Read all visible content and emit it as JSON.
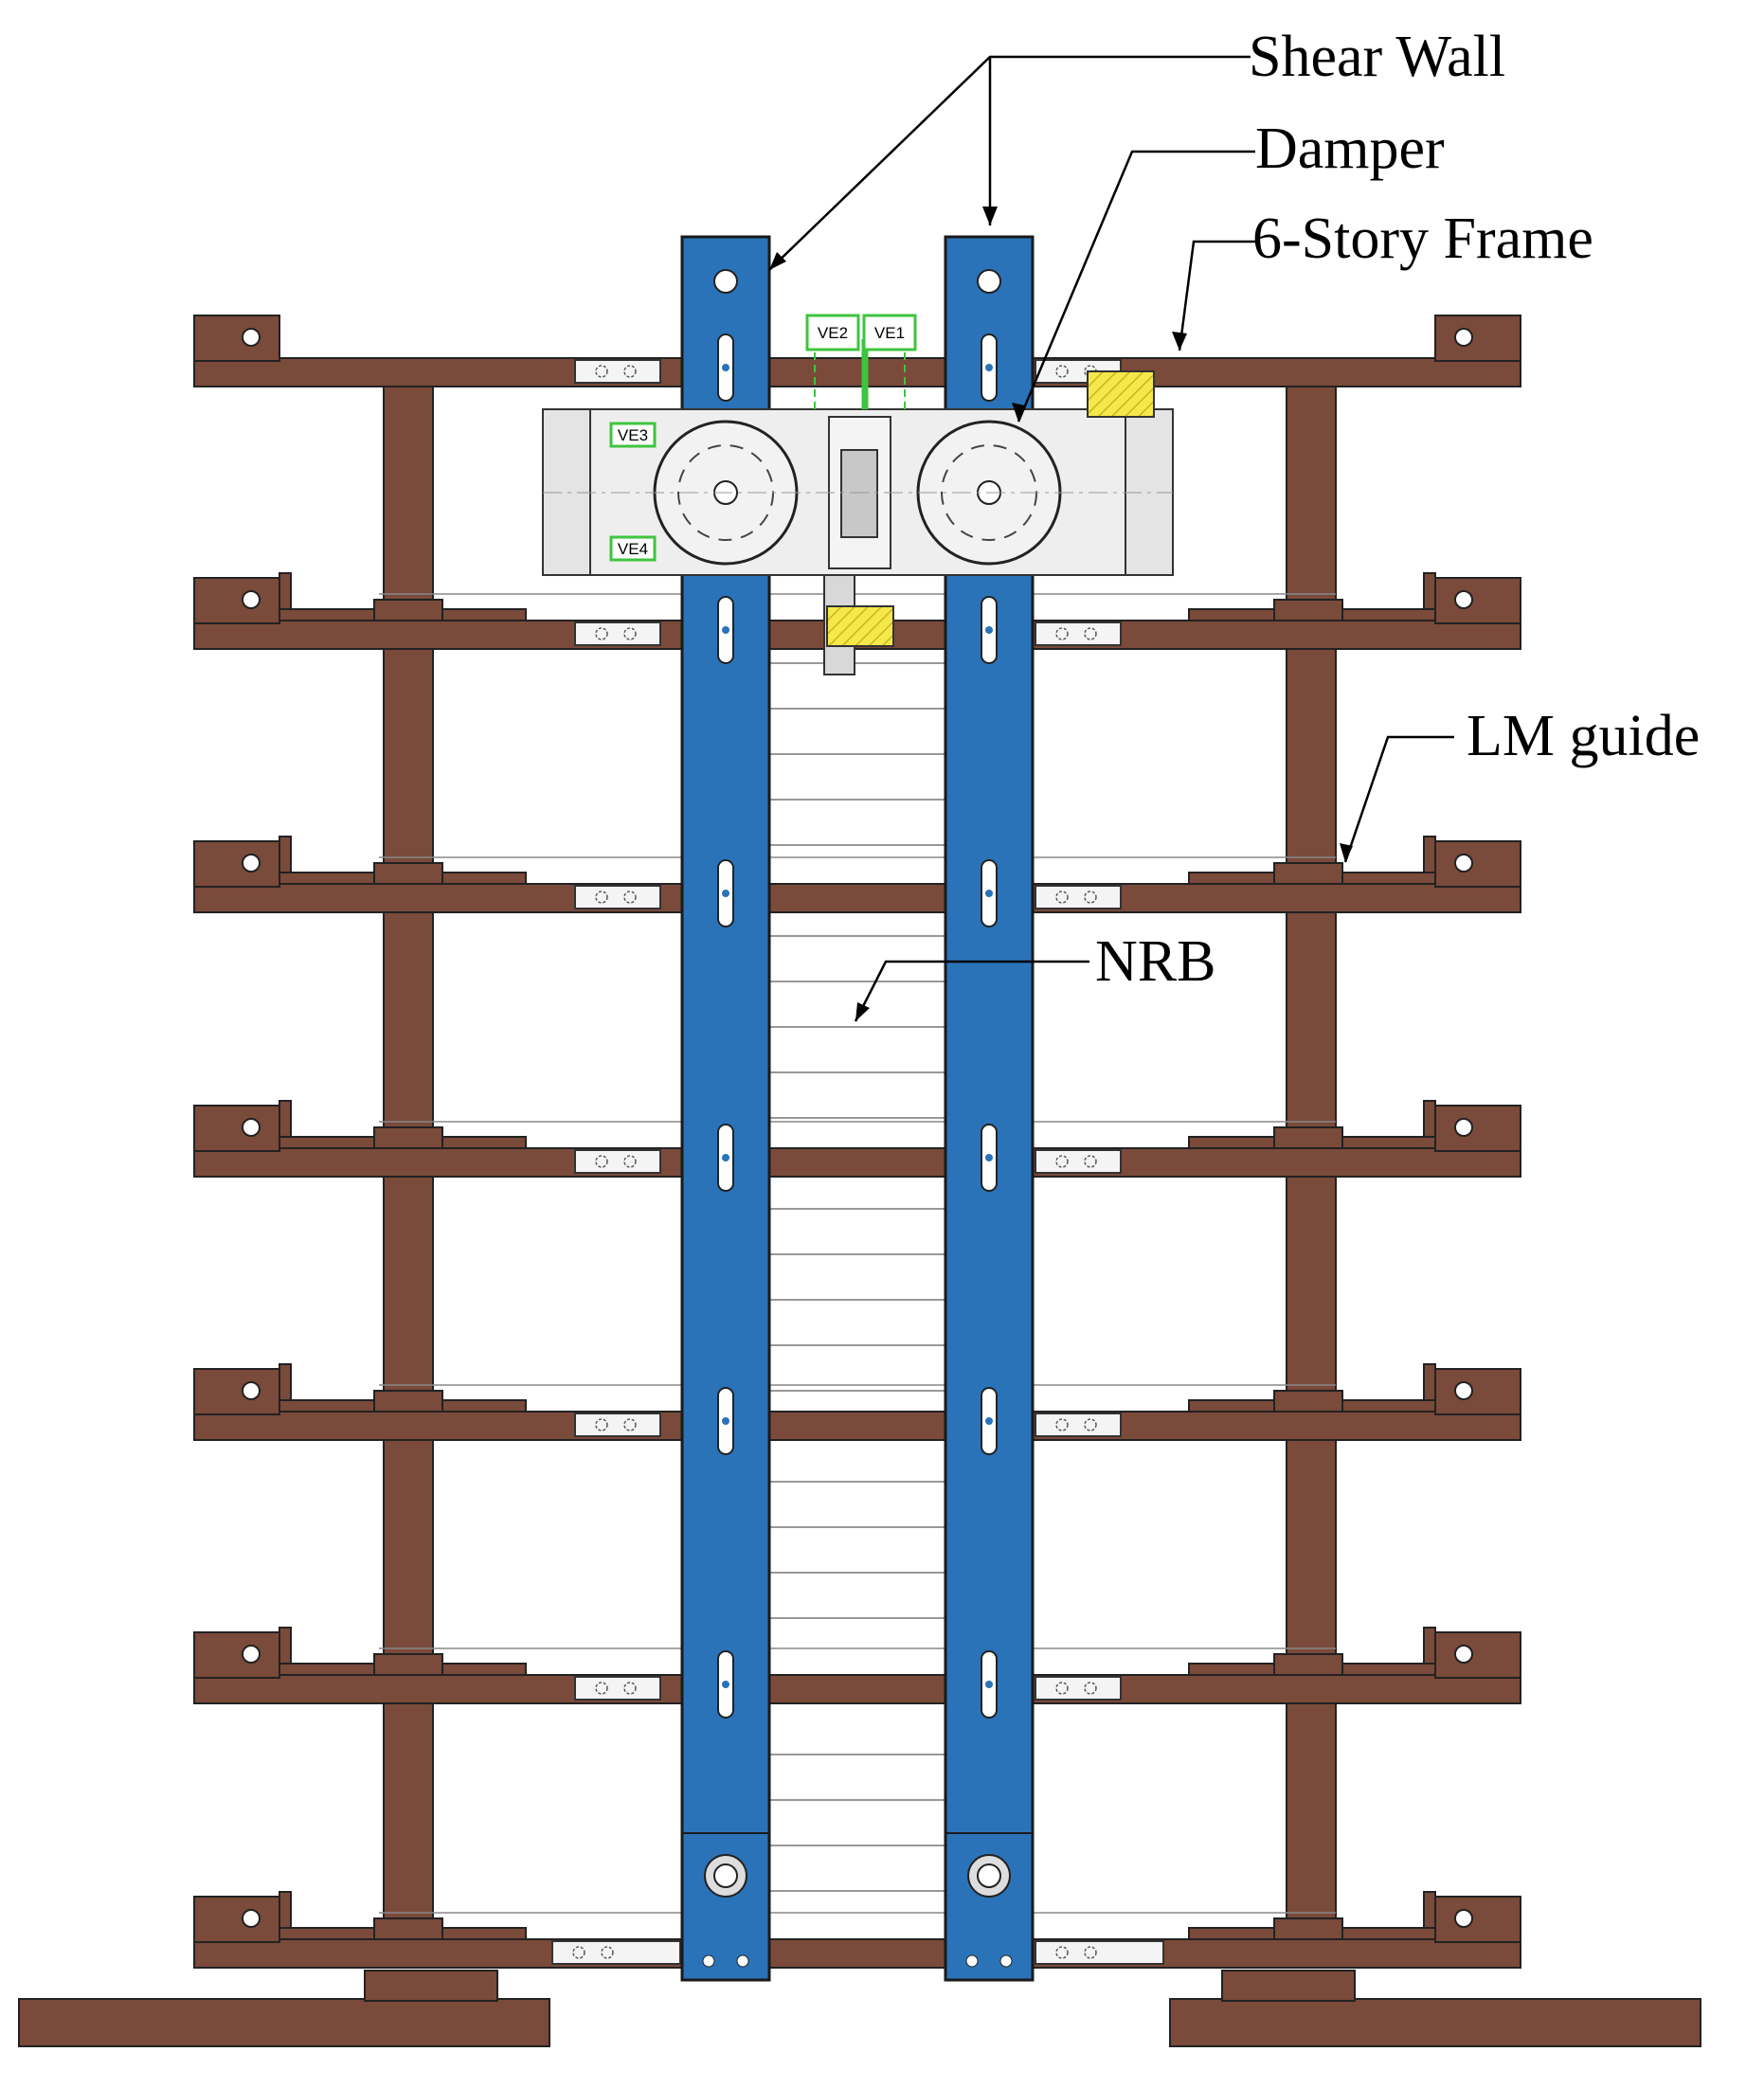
{
  "labels": {
    "shear_wall": "Shear Wall",
    "damper": "Damper",
    "frame": "6-Story Frame",
    "lm_guide": "LM guide",
    "nrb": "NRB"
  },
  "sensor_tags": [
    "VE1",
    "VE2",
    "VE3",
    "VE4"
  ],
  "colors": {
    "frame_brown": "#7a4a3a",
    "wall_blue": "#2b73b8",
    "damper_body": "#eeeeee",
    "sensor_green": "#3ec43e",
    "marker_yellow": "#f4e84a",
    "outline": "#222222"
  }
}
